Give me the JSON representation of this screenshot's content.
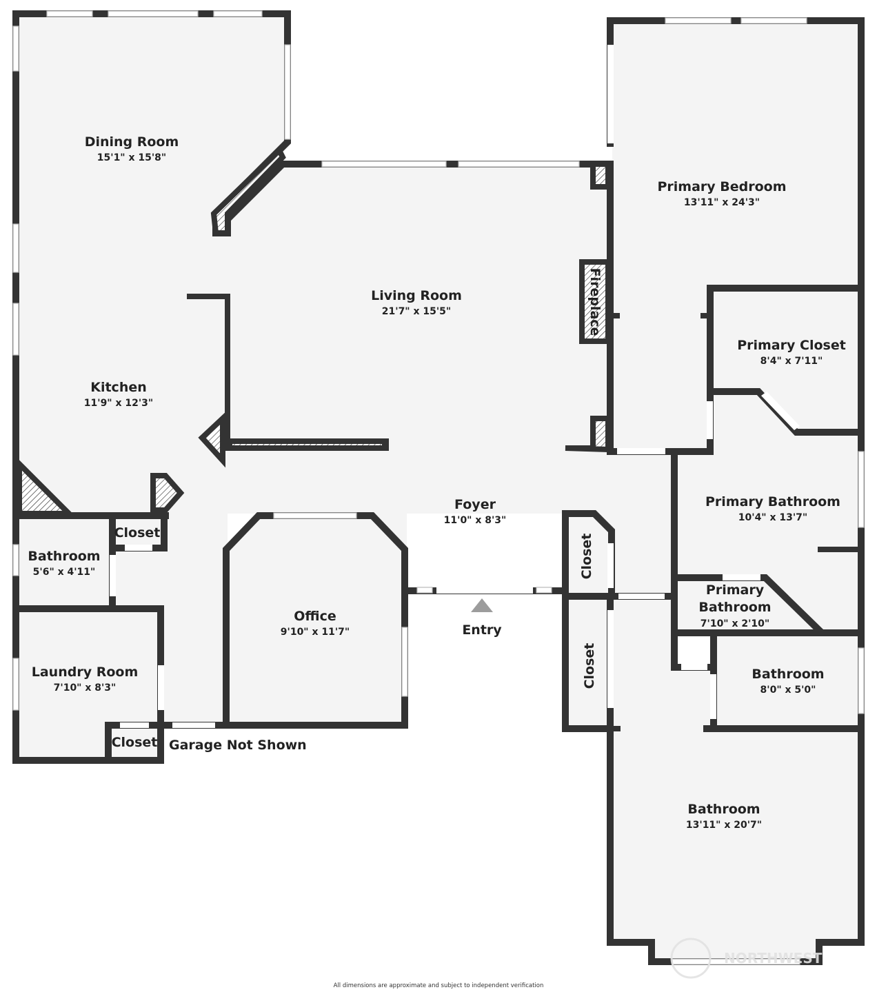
{
  "rooms": {
    "dining_room": {
      "name": "Dining Room",
      "dims": "15'1\" x 15'8\""
    },
    "living_room": {
      "name": "Living Room",
      "dims": "21'7\" x 15'5\""
    },
    "kitchen": {
      "name": "Kitchen",
      "dims": "11'9\" x 12'3\""
    },
    "foyer": {
      "name": "Foyer",
      "dims": "11'0\" x 8'3\""
    },
    "office": {
      "name": "Office",
      "dims": "9'10\" x 11'7\""
    },
    "bathroom_small": {
      "name": "Bathroom",
      "dims": "5'6\" x 4'11\""
    },
    "laundry_room": {
      "name": "Laundry Room",
      "dims": "7'10\" x 8'3\""
    },
    "primary_bedroom": {
      "name": "Primary Bedroom",
      "dims": "13'11\" x 24'3\""
    },
    "primary_closet": {
      "name": "Primary Closet",
      "dims": "8'4\" x 7'11\""
    },
    "primary_bathroom": {
      "name": "Primary Bathroom",
      "dims": "10'4\" x 13'7\""
    },
    "primary_bathroom_2": {
      "name_line1": "Primary",
      "name_line2": "Bathroom",
      "dims": "7'10\" x 2'10\""
    },
    "bathroom_mid": {
      "name": "Bathroom",
      "dims": "8'0\" x 5'0\""
    },
    "bathroom_large": {
      "name": "Bathroom",
      "dims": "13'11\" x 20'7\""
    }
  },
  "labels": {
    "closet_kitchen": "Closet",
    "closet_laundry": "Closet",
    "closet_foyer_upper": "Closet",
    "closet_foyer_lower": "Closet",
    "fireplace": "Fireplace",
    "entry": "Entry",
    "garage": "Garage Not Shown"
  },
  "footer": {
    "disclaimer": "All dimensions are approximate and subject to independent verification"
  },
  "watermark": {
    "text": "NORTHWEST"
  },
  "colors": {
    "wall": "#333333",
    "floor": "#f4f4f4",
    "text": "#222222"
  }
}
